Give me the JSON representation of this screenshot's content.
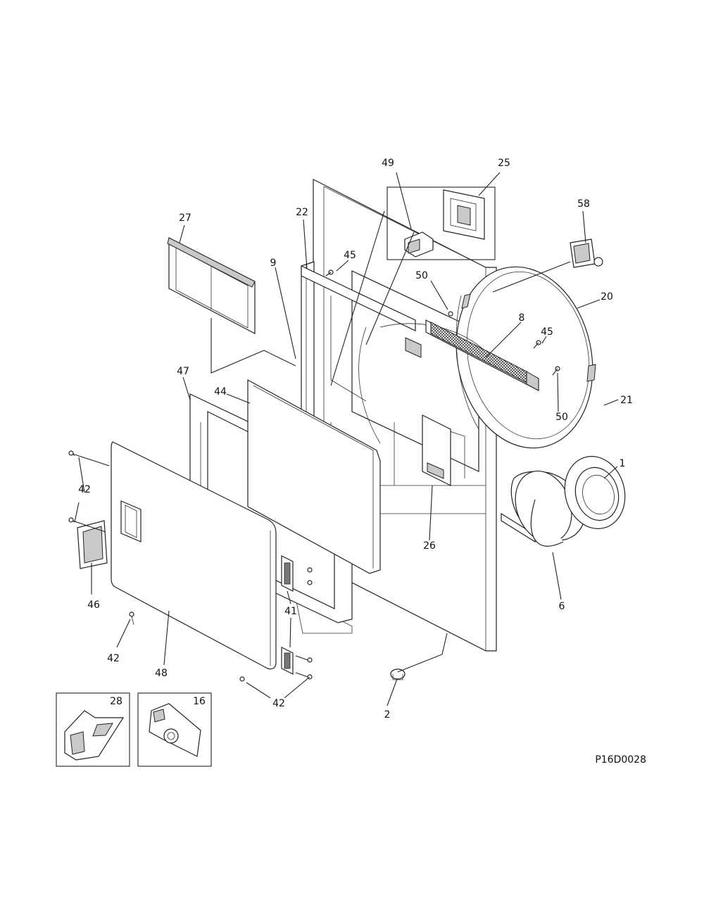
{
  "diagram_code": "P16D0028",
  "callouts": {
    "c1": "1",
    "c2": "2",
    "c6": "6",
    "c8": "8",
    "c9": "9",
    "c16": "16",
    "c20": "20",
    "c21": "21",
    "c22": "22",
    "c25": "25",
    "c26": "26",
    "c27": "27",
    "c28": "28",
    "c41": "41",
    "c42a": "42",
    "c42b": "42",
    "c42c": "42",
    "c44": "44",
    "c45a": "45",
    "c45b": "45",
    "c46": "46",
    "c47": "47",
    "c48": "48",
    "c49": "49",
    "c50a": "50",
    "c50b": "50",
    "c58": "58"
  }
}
